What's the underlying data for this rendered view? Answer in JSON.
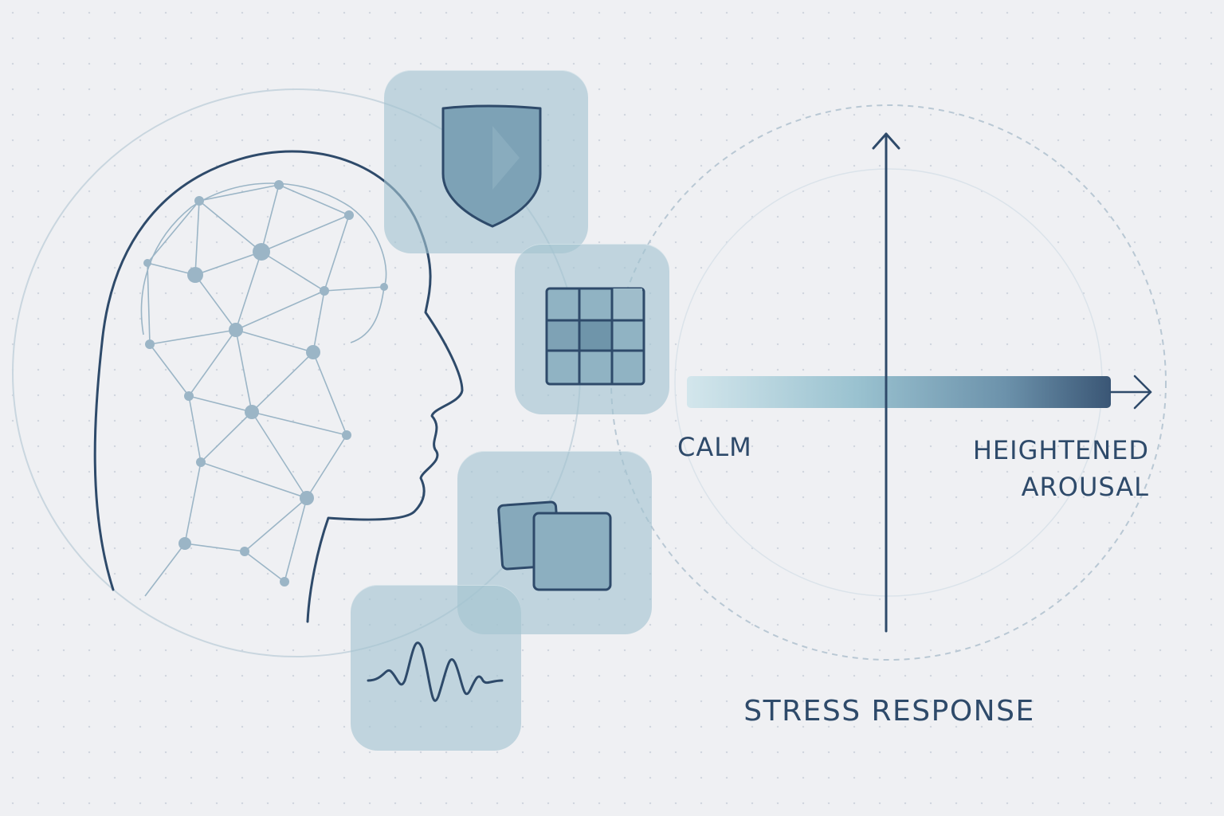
{
  "colors": {
    "background": "#eff0f3",
    "ink": "#2e4a6a",
    "tile": "#a3c4d0",
    "network": "#9bb5c6",
    "bar_start": "#cfe3ea",
    "bar_end": "#3a5675"
  },
  "icons": [
    "head-profile-icon",
    "neural-network-icon",
    "shield-icon",
    "grid-icon",
    "overlapping-squares-icon",
    "waveform-icon"
  ],
  "scale": {
    "low_label": "CALM",
    "high_label": "HEIGHTENED\nAROUSAL",
    "title": "STRESS RESPONSE"
  }
}
